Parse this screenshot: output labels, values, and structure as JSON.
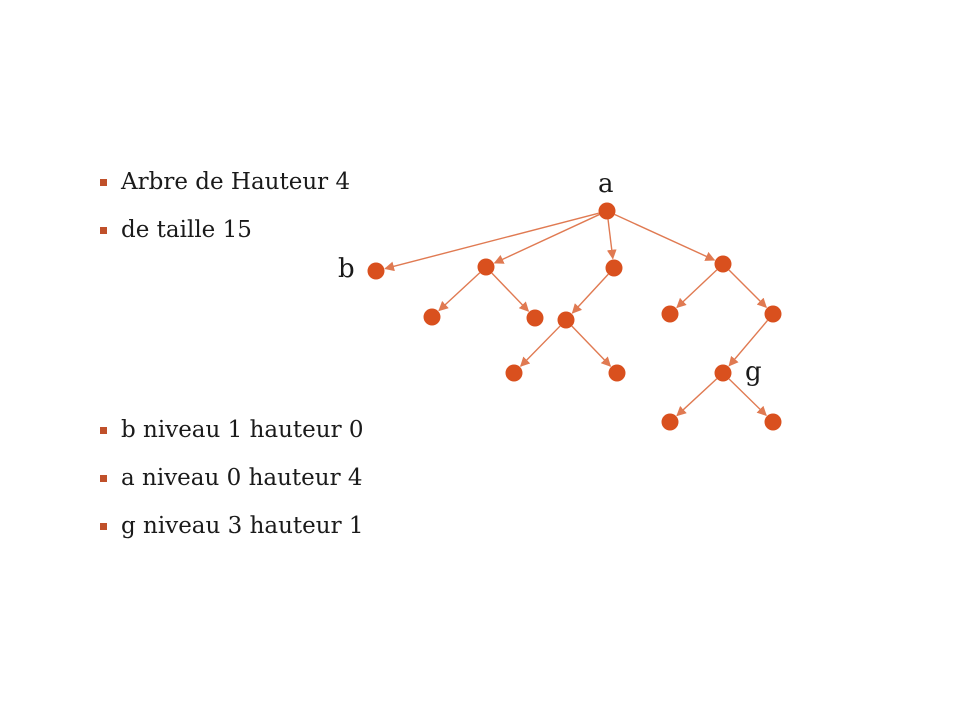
{
  "top_bullets": [
    "Arbre de Hauteur 4",
    "de taille 15"
  ],
  "bottom_bullets": [
    "b niveau 1 hauteur 0",
    "a niveau 0 hauteur 4",
    "g niveau 3 hauteur 1"
  ],
  "tree": {
    "node_color": "#d9501e",
    "edge_color": "#e07a52",
    "labels": {
      "a": "a",
      "b": "b",
      "g": "g"
    }
  }
}
